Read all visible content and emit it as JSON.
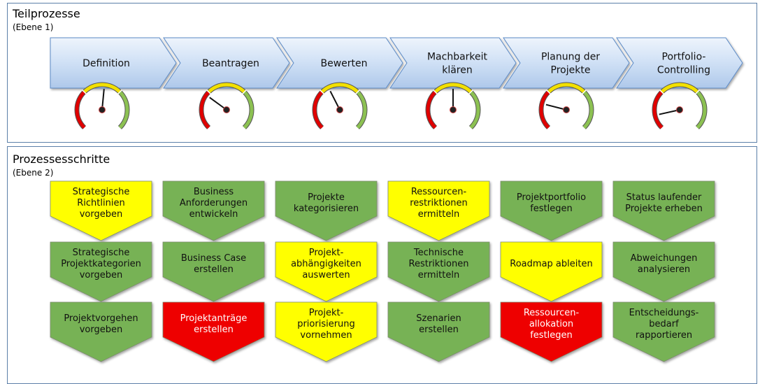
{
  "section1": {
    "title": "Teilprozesse",
    "subtitle": "(Ebene 1)"
  },
  "section2": {
    "title": "Prozessesschritte",
    "subtitle": "(Ebene 2)"
  },
  "colors": {
    "green": "#77b254",
    "yellow": "#ffff00",
    "red": "#ee0000",
    "panel_border": "#5b7fa8"
  },
  "phases": [
    {
      "label": [
        "Definition"
      ],
      "gauge_level": 0.52
    },
    {
      "label": [
        "Beantragen"
      ],
      "gauge_level": 0.3
    },
    {
      "label": [
        "Bewerten"
      ],
      "gauge_level": 0.4
    },
    {
      "label": [
        "Machbarkeit",
        "klären"
      ],
      "gauge_level": 0.5
    },
    {
      "label": [
        "Planung der",
        "Projekte"
      ],
      "gauge_level": 0.22
    },
    {
      "label": [
        "Portfolio-",
        "Controlling"
      ],
      "gauge_level": 0.12
    }
  ],
  "steps": [
    [
      {
        "label": [
          "Strategische",
          "Richtlinien",
          "vorgeben"
        ],
        "status": "yellow"
      },
      {
        "label": [
          "Business",
          "Anforderungen",
          "entwickeln"
        ],
        "status": "green"
      },
      {
        "label": [
          "Projekte",
          "kategorisieren"
        ],
        "status": "green"
      },
      {
        "label": [
          "Ressourcen-",
          "restriktionen",
          "ermitteln"
        ],
        "status": "yellow"
      },
      {
        "label": [
          "Projektportfolio",
          "festlegen"
        ],
        "status": "green"
      },
      {
        "label": [
          "Status laufender",
          "Projekte erheben"
        ],
        "status": "green"
      }
    ],
    [
      {
        "label": [
          "Strategische",
          "Projektkategorien",
          "vorgeben"
        ],
        "status": "green"
      },
      {
        "label": [
          "Business Case",
          "erstellen"
        ],
        "status": "green"
      },
      {
        "label": [
          "Projekt-",
          "abhängigkeiten",
          "auswerten"
        ],
        "status": "yellow"
      },
      {
        "label": [
          "Technische",
          "Restriktionen",
          "ermitteln"
        ],
        "status": "green"
      },
      {
        "label": [
          "Roadmap ableiten"
        ],
        "status": "yellow"
      },
      {
        "label": [
          "Abweichungen",
          "analysieren"
        ],
        "status": "green"
      }
    ],
    [
      {
        "label": [
          "Projektvorgehen",
          "vorgeben"
        ],
        "status": "green"
      },
      {
        "label": [
          "Projektanträge",
          "erstellen"
        ],
        "status": "red"
      },
      {
        "label": [
          "Projekt-",
          "priorisierung",
          "vornehmen"
        ],
        "status": "yellow"
      },
      {
        "label": [
          "Szenarien",
          "erstellen"
        ],
        "status": "green"
      },
      {
        "label": [
          "Ressourcen-",
          "allokation",
          "festlegen"
        ],
        "status": "red"
      },
      {
        "label": [
          "Entscheidungs-",
          "bedarf",
          "rapportieren"
        ],
        "status": "green"
      }
    ]
  ]
}
